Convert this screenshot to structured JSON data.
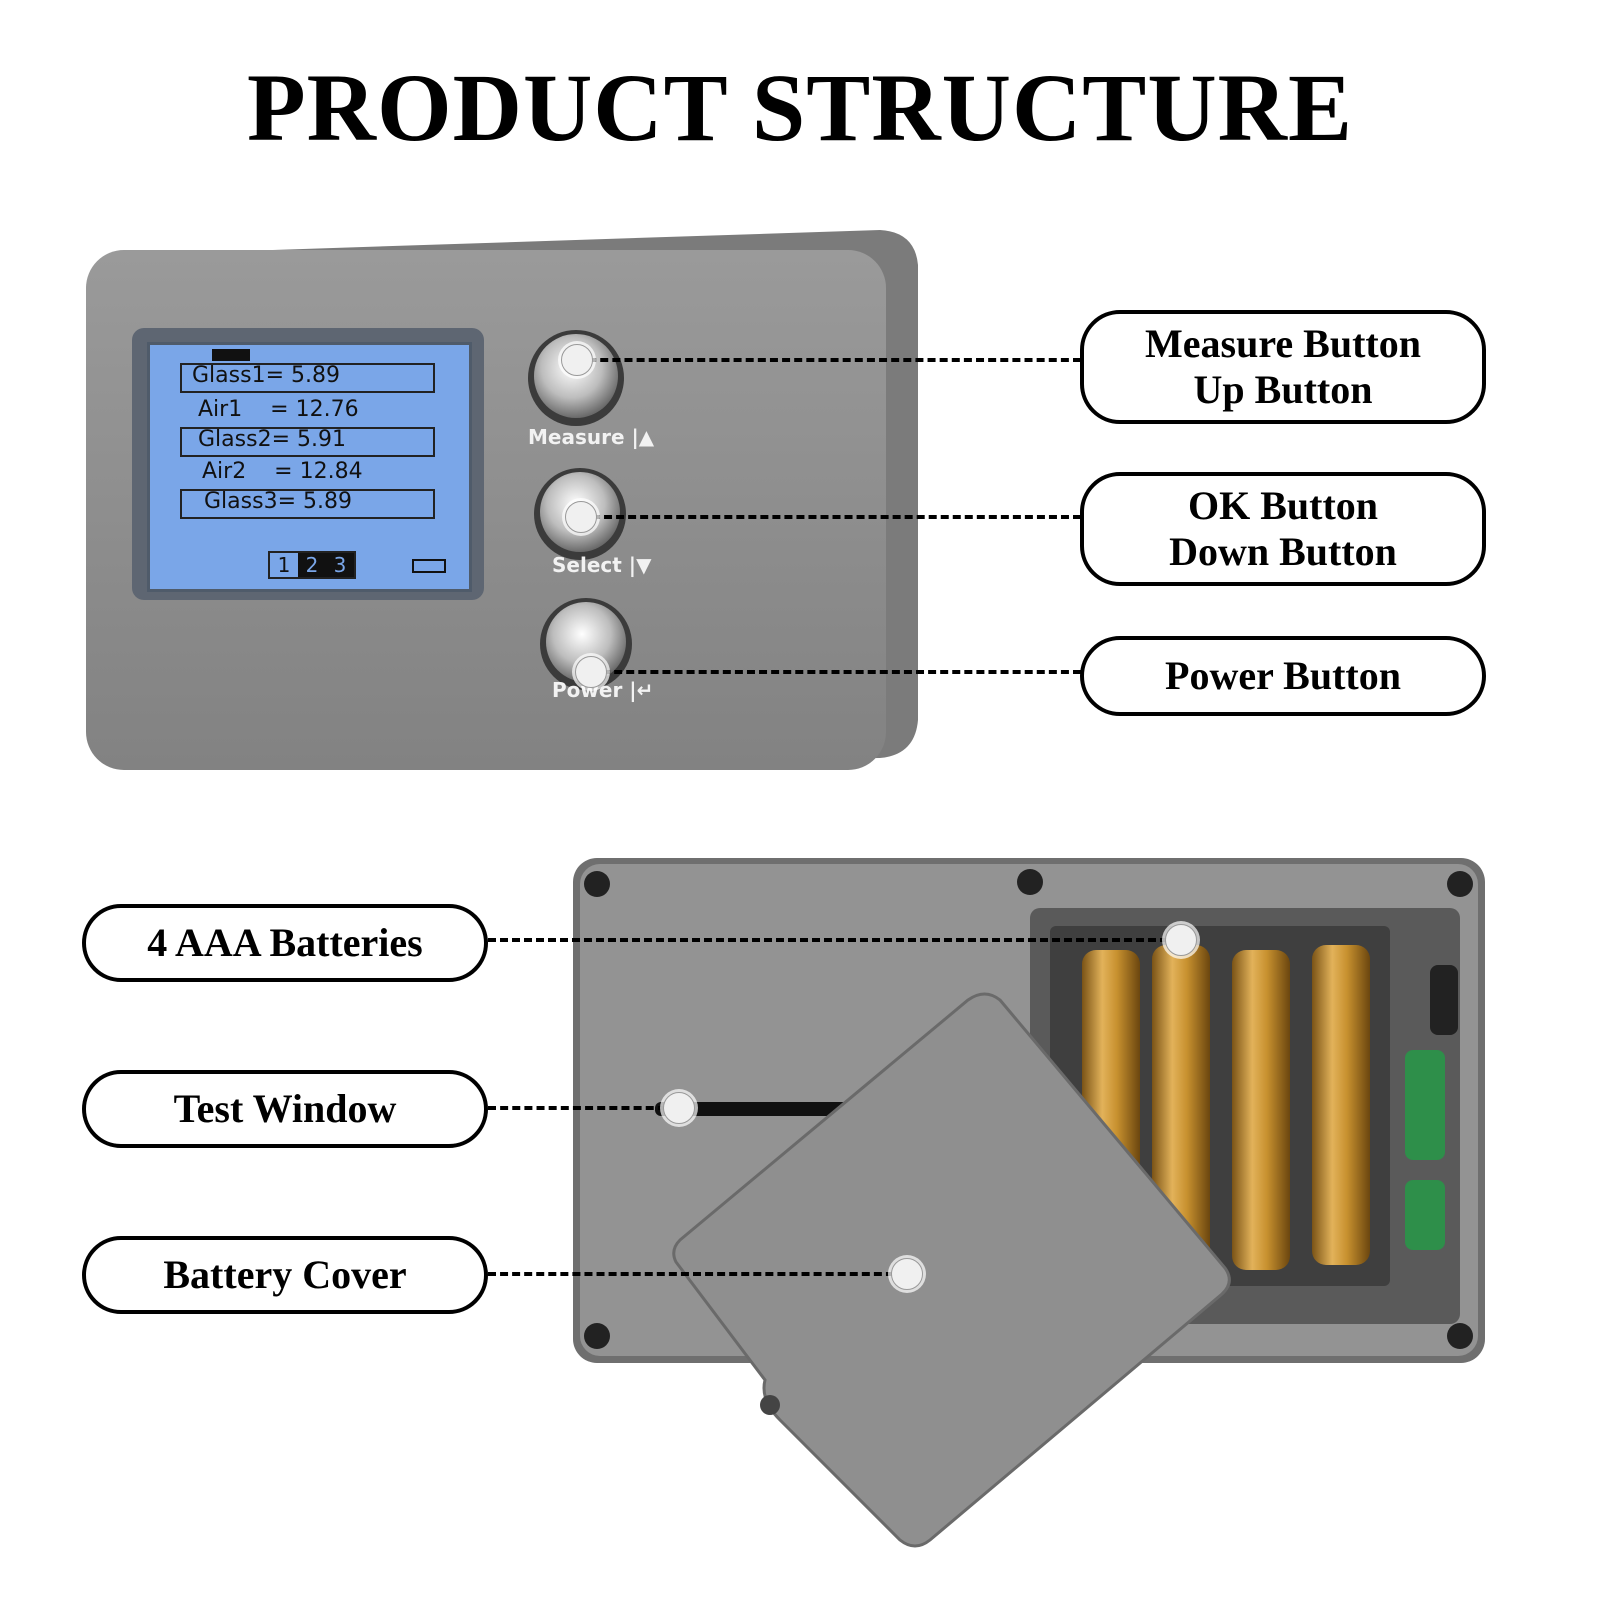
{
  "title": "PRODUCT STRUCTURE",
  "front_callouts": [
    {
      "lines": [
        "Measure Button",
        "Up Button"
      ]
    },
    {
      "lines": [
        "OK Button",
        "Down Button"
      ]
    },
    {
      "lines": [
        "Power Button"
      ]
    }
  ],
  "back_callouts": [
    {
      "lines": [
        "4 AAA Batteries"
      ]
    },
    {
      "lines": [
        "Test Window"
      ]
    },
    {
      "lines": [
        "Battery Cover"
      ]
    }
  ],
  "device_buttons": {
    "measure": "Measure |▲",
    "select": "Select |▼",
    "power": "Power |↵"
  },
  "lcd": {
    "rows": [
      "Glass1= 5.89",
      "Air1    = 12.76",
      "Glass2= 5.91",
      "Air2    = 12.84",
      "Glass3= 5.89"
    ],
    "pages": [
      "1",
      "2",
      "3"
    ],
    "active_page": "1"
  },
  "colors": {
    "device_body": "#8a8a8a",
    "device_edge": "#6e6e6e",
    "lcd_background": "#7aa6e8",
    "battery_gold": "#c8912f",
    "callout_border": "#000000"
  }
}
